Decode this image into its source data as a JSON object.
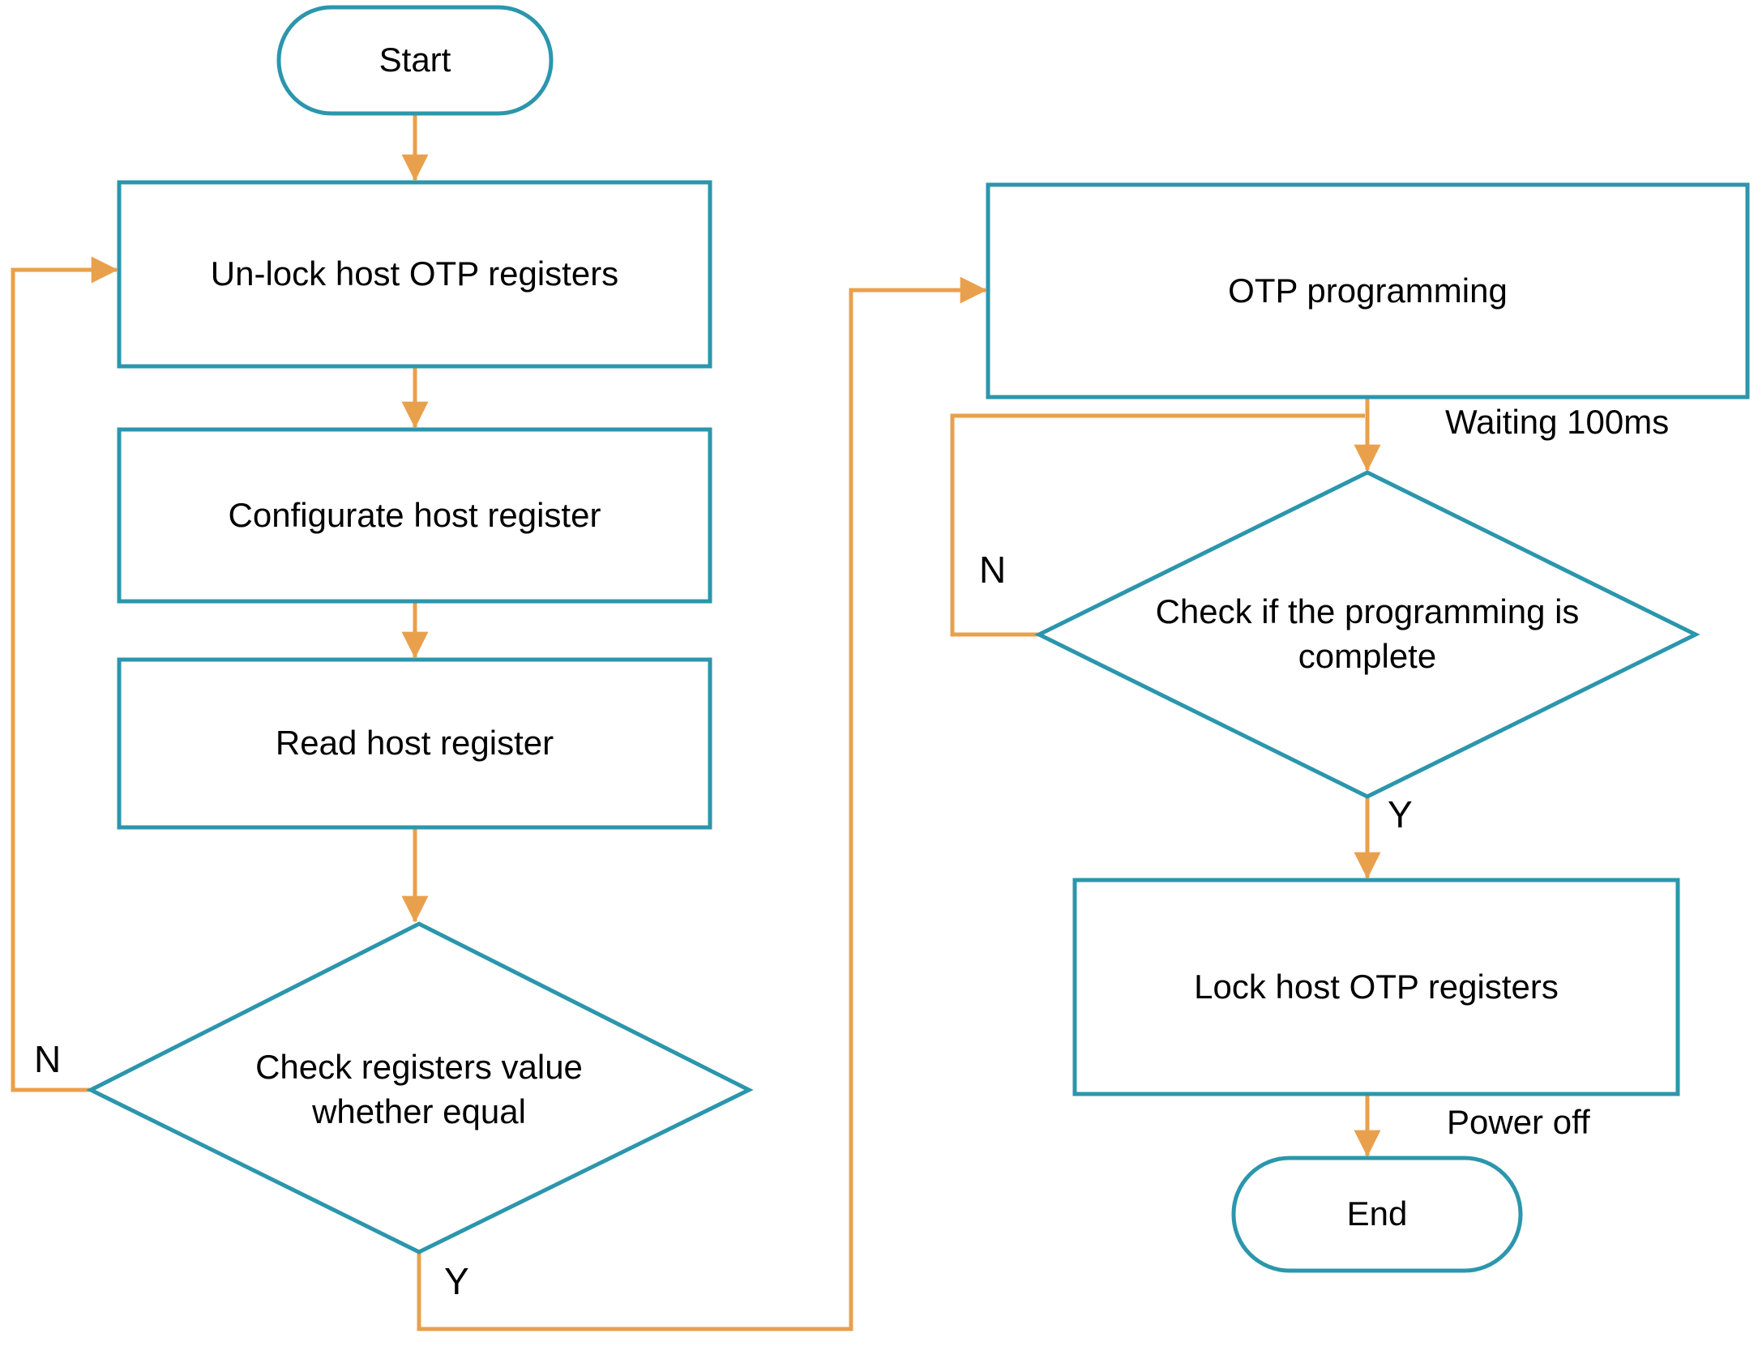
{
  "diagram": {
    "background": "#ffffff",
    "node_border_color": "#2B96AC",
    "arrow_color": "#E9A04C",
    "text_color": "#000000",
    "nodes": {
      "start": "Start",
      "unlock": "Un-lock host OTP registers",
      "configurate": "Configurate host register",
      "read": "Read host register",
      "check_equal": "Check registers value\nwhether equal",
      "otp_programming": "OTP programming",
      "check_complete": "Check if the programming is\ncomplete",
      "lock": "Lock host OTP registers",
      "end": "End"
    },
    "edge_labels": {
      "check_equal_no": "N",
      "check_equal_yes": "Y",
      "check_complete_no": "N",
      "check_complete_yes": "Y",
      "waiting": "Waiting 100ms",
      "power_off": "Power off"
    }
  }
}
